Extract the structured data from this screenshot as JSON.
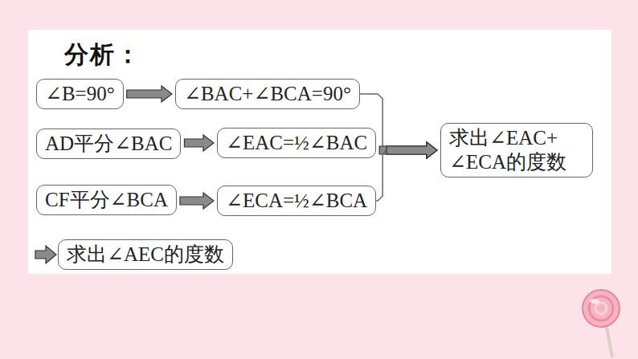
{
  "diagram": {
    "title": "分析：",
    "nodes": [
      {
        "text": [
          "∠B=90°"
        ]
      },
      {
        "text": [
          "∠BAC+∠BCA=90°"
        ]
      },
      {
        "text": [
          "AD平分∠BAC"
        ]
      },
      {
        "text": [
          "∠EAC=½∠BAC"
        ]
      },
      {
        "text": [
          "CF平分∠BCA"
        ]
      },
      {
        "text": [
          "∠ECA=½∠BCA"
        ]
      },
      {
        "text": [
          "求出∠EAC+ ∠ECA的度数"
        ]
      },
      {
        "text": [
          "求出∠AEC的度数"
        ]
      }
    ],
    "edges": [
      {
        "from": 0,
        "to": 1,
        "arrow": "to"
      },
      {
        "from": 2,
        "to": 3,
        "arrow": "to"
      },
      {
        "from": 4,
        "to": 5,
        "arrow": "to"
      },
      {
        "from": 1,
        "to": 6,
        "arrow": "to"
      },
      {
        "from": 3,
        "to": 6,
        "arrow": "to"
      },
      {
        "from": 5,
        "to": 6,
        "arrow": "to"
      }
    ]
  }
}
